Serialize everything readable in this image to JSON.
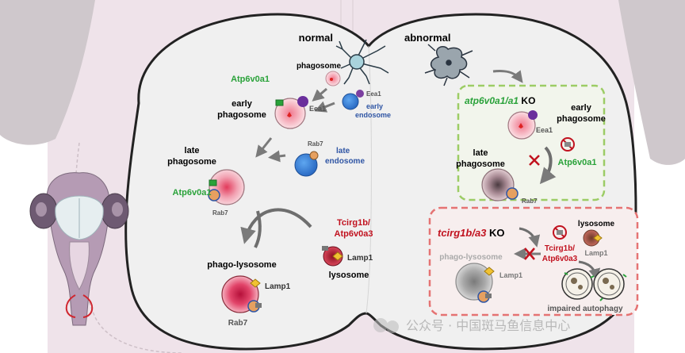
{
  "normal": {
    "title": "normal",
    "phagosome": "phagosome",
    "atp_top": "Atp6v0a1",
    "early_phagosome_1": "early",
    "early_phagosome_2": "phagosome",
    "eea1": "Eea1",
    "eea1_small": "Eea1",
    "early_endosome_1": "early",
    "early_endosome_2": "endosome",
    "late_phagosome_1": "late",
    "late_phagosome_2": "phagosome",
    "rab7_endo": "Rab7",
    "late_endosome_1": "late",
    "late_endosome_2": "endosome",
    "atp_mid": "Atp6v0a1",
    "rab7_late": "Rab7",
    "tcirg_1": "Tcirg1b/",
    "tcirg_2": "Atp6v0a3",
    "lamp1_lys": "Lamp1",
    "lysosome": "lysosome",
    "phago_lysosome": "phago-lysosome",
    "lamp1_pl": "Lamp1",
    "rab7_pl": "Rab7"
  },
  "abnormal": {
    "title": "abnormal",
    "ko1_gene": "atp6v0a1/a1",
    "ko1_suffix": " KO",
    "early_phagosome_1": "early",
    "early_phagosome_2": "phagosome",
    "eea1": "Eea1",
    "late_phagosome_1": "late",
    "late_phagosome_2": "phagosome",
    "atp_crossed": "Atp6v0a1",
    "rab7": "Rab7",
    "ko2_gene": "tcirg1b/a3",
    "ko2_suffix": " KO",
    "lysosome": "lysosome",
    "lamp1_lys": "Lamp1",
    "phago_lysosome": "phago-lysosome",
    "lamp1_pl": "Lamp1",
    "tcirg_1": "Tcirg1b/",
    "tcirg_2": "Atp6v0a3",
    "impaired": "impaired autophagy"
  },
  "watermark": "公众号 · 中国斑马鱼信息中心",
  "colors": {
    "green": "#2aa23a",
    "red": "#c1121f",
    "blue": "#2f55a4",
    "ko_green_border": "#9ccc65",
    "ko_red_border": "#e57373",
    "background_brain": "#f0f0f0",
    "bg_pink": "#efe3ea"
  }
}
